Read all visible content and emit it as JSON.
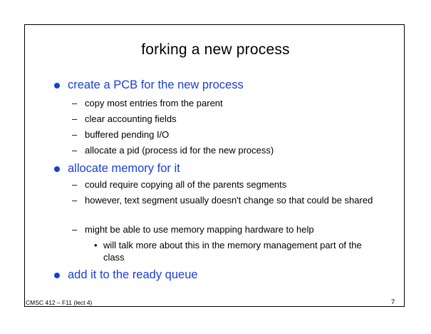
{
  "title": "forking a new process",
  "bullets": [
    {
      "text": "create a PCB for the new process",
      "subs": [
        "copy most entries from the parent",
        "clear accounting fields",
        "buffered pending I/O",
        "allocate a pid (process id for the new process)"
      ]
    },
    {
      "text": "allocate memory for it",
      "subs": [
        "could require copying all of the parents segments",
        "however, text segment usually doesn't change so that could be shared",
        "might be able to use memory mapping hardware to help"
      ],
      "subsubs": [
        "will talk more about this in the memory management part of the class"
      ]
    },
    {
      "text": "add it to the ready queue"
    }
  ],
  "footer": "CMSC 412 – F11 (lect 4)",
  "page_number": "7",
  "colors": {
    "bullet": "#1a3fd6",
    "text": "#000000",
    "frame": "#000000"
  }
}
